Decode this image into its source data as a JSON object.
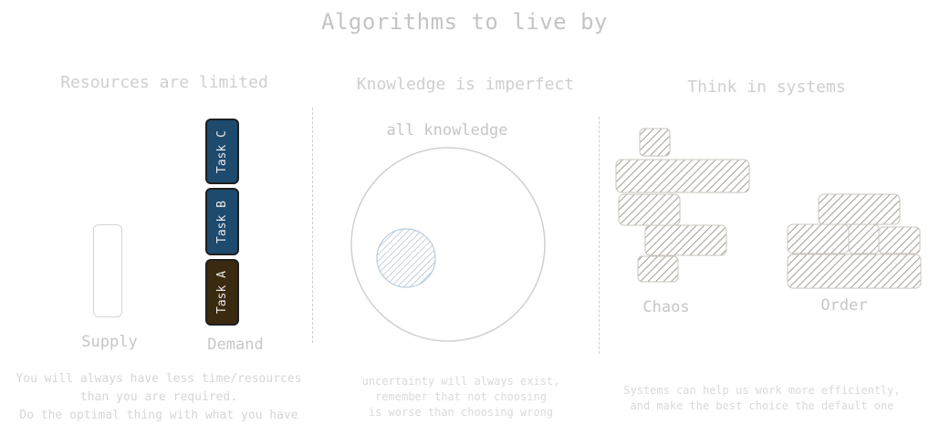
{
  "title": "Algorithms to live by",
  "sections": [
    {
      "heading": "Resources are limited",
      "supply_label": "Supply",
      "demand_label": "Demand",
      "tasks": [
        "Task C",
        "Task B",
        "Task A"
      ],
      "caption": [
        "You will always have less time/resources",
        "than you are required.",
        "Do the optimal thing with what you have"
      ]
    },
    {
      "heading": "Knowledge is imperfect",
      "circle_label": "all knowledge",
      "caption": [
        "uncertainty will always exist,",
        "remember that not choosing",
        "is worse than choosing wrong"
      ]
    },
    {
      "heading": "Think in systems",
      "chaos_label": "Chaos",
      "order_label": "Order",
      "caption": [
        "Systems can help us work more efficiently,",
        "and make the best choice the default one"
      ]
    }
  ],
  "colors": {
    "task_blue": "#1e4a6d",
    "task_dark": "#3a2a10",
    "hatch": "#8a8378",
    "knowledge_hatch": "#9fb8cf",
    "faint_text": "#c9c9c9"
  }
}
